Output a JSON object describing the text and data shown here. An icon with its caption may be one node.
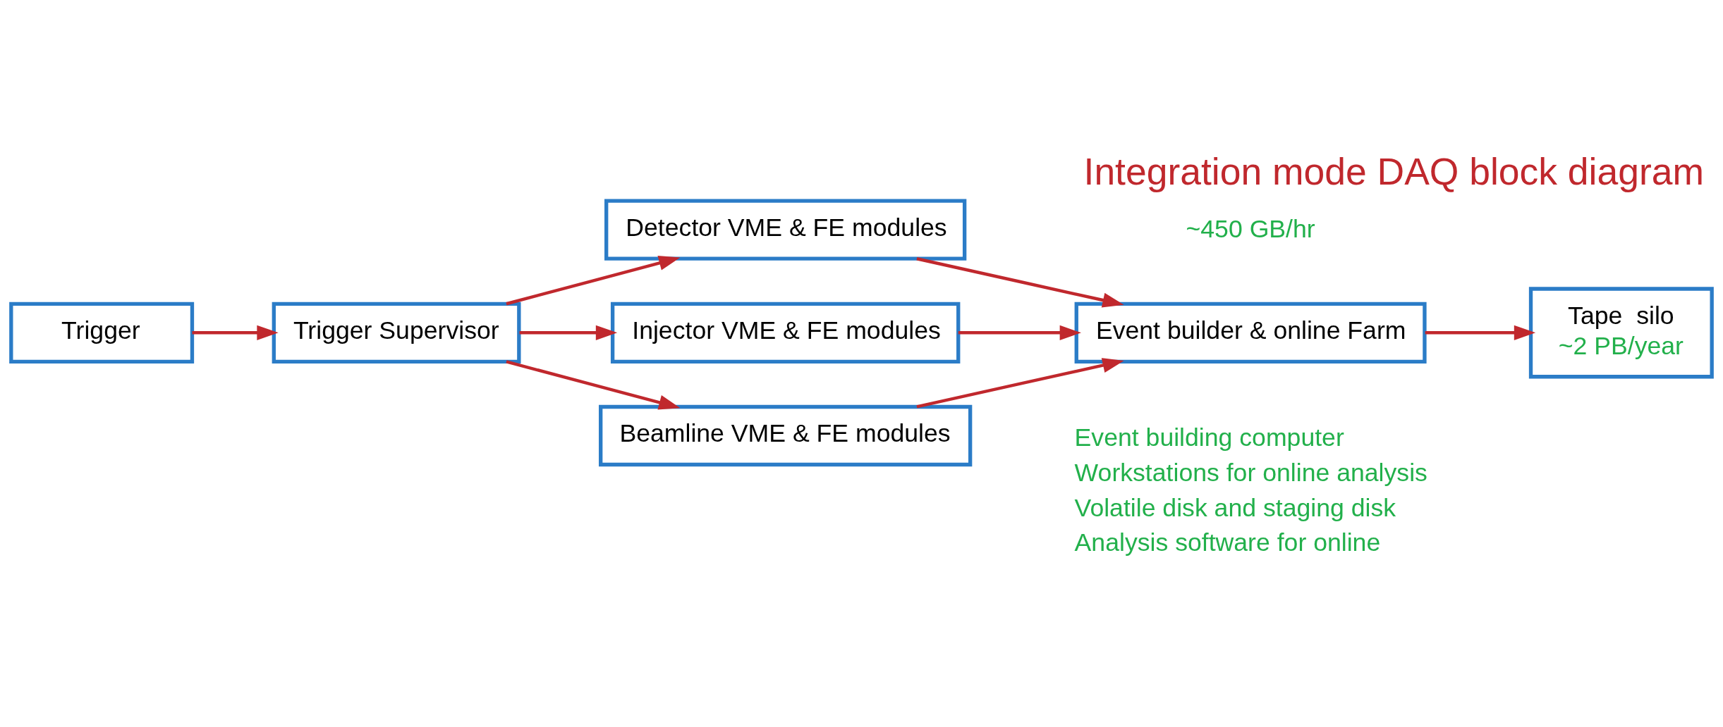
{
  "diagram": {
    "title": "Integration mode DAQ block diagram",
    "nodes": [
      {
        "text": [
          "Trigger"
        ]
      },
      {
        "text": [
          "Trigger Supervisor"
        ]
      },
      {
        "text": [
          "Detector VME & FE modules"
        ]
      },
      {
        "text": [
          "Injector VME & FE modules"
        ]
      },
      {
        "text": [
          "Beamline VME & FE modules"
        ]
      },
      {
        "text": [
          "Event builder & online Farm"
        ],
        "beside": [
          "Event building computer",
          "Workstations for online analysis",
          "Volatile disk and staging disk",
          "Analysis software for online"
        ]
      },
      {
        "text": [
          "Tape  silo",
          "~2 PB/year"
        ]
      }
    ],
    "edges": [
      {
        "from": 0,
        "to": 1,
        "arrow": "to"
      },
      {
        "from": 1,
        "to": 2,
        "arrow": "to"
      },
      {
        "from": 1,
        "to": 3,
        "arrow": "to"
      },
      {
        "from": 1,
        "to": 4,
        "arrow": "to"
      },
      {
        "from": 2,
        "to": 5,
        "arrow": "to"
      },
      {
        "from": 3,
        "to": 5,
        "arrow": "to"
      },
      {
        "from": 4,
        "to": 5,
        "arrow": "to"
      },
      {
        "from": 5,
        "to": 6,
        "arrow": "to"
      }
    ],
    "labels": [
      "~450 GB/hr"
    ]
  }
}
